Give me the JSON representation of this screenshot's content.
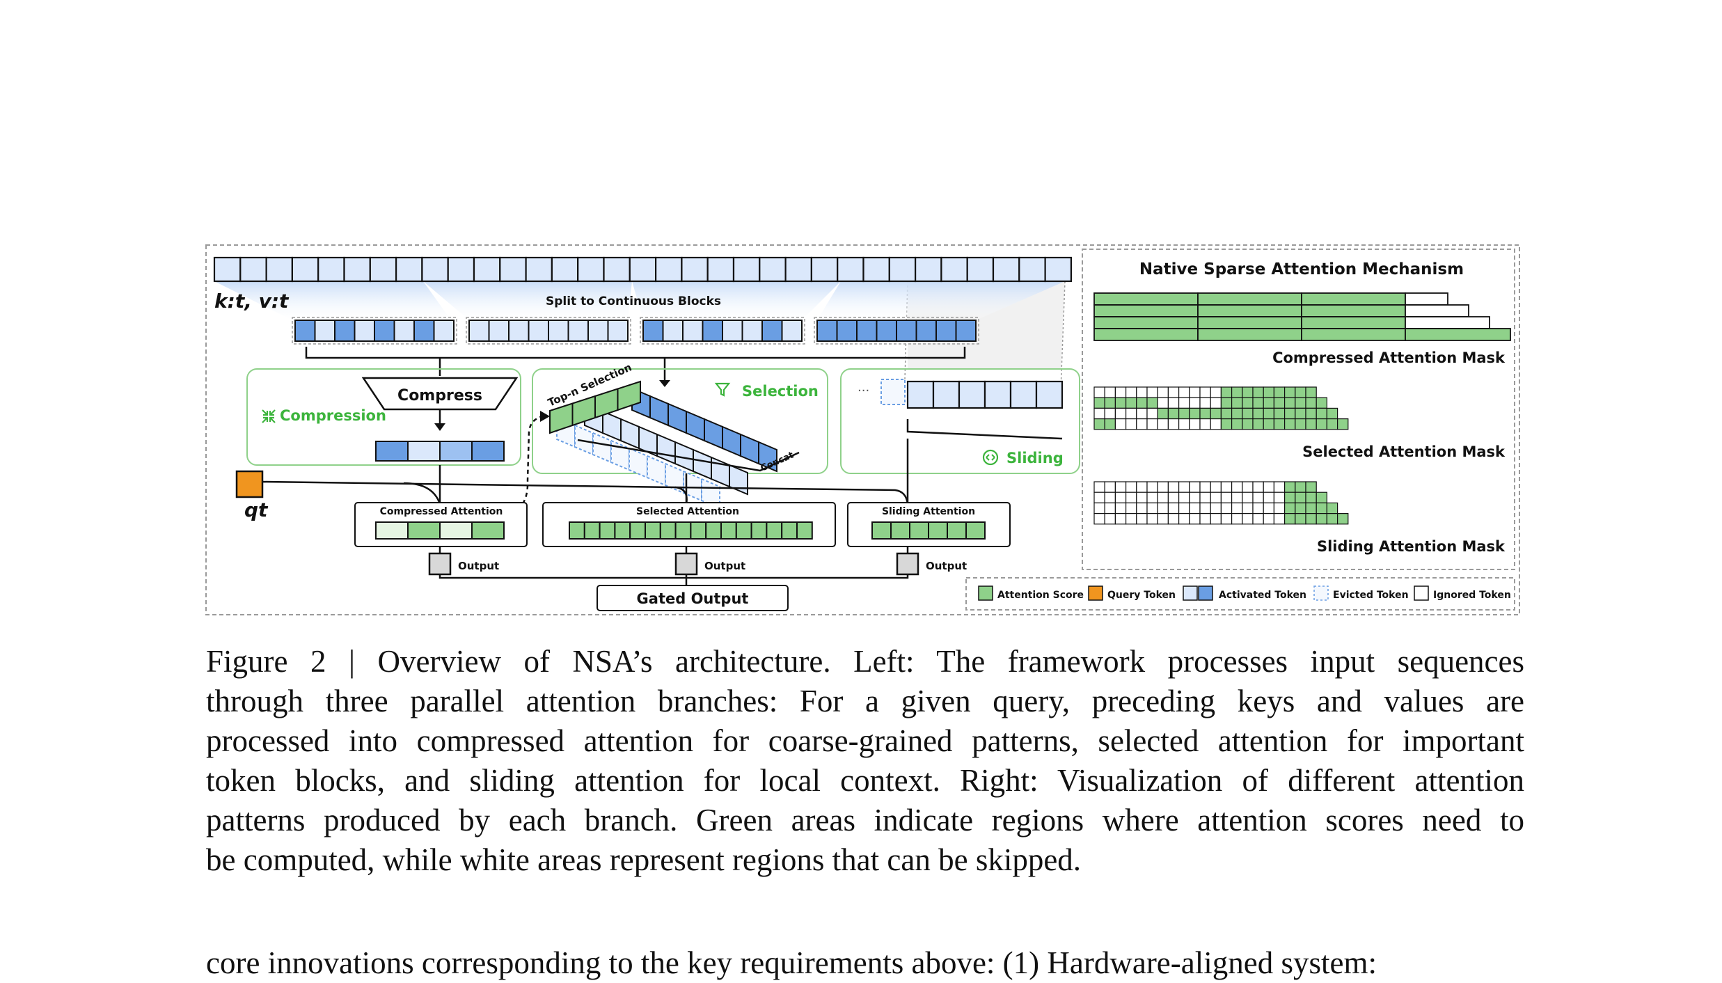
{
  "figure": {
    "colors": {
      "light_block": "#dbe8fb",
      "dark_block": "#6a9ee3",
      "mid_block": "#9dc1f1",
      "green": "#8fd18a",
      "light_green": "#e6f5e3",
      "green_label": "#3cb43c",
      "orange": "#f0951f",
      "gray": "#d8d8d8",
      "border": "#9a9a9a"
    },
    "kv_label": "k:t, v:t",
    "split_label": "Split to Continuous Blocks",
    "compress_label": "Compress",
    "compression_label": "Compression",
    "selection_label": "Selection",
    "sliding_label": "Sliding",
    "topn_label": "Top-n Selection",
    "concat_label": "Concat",
    "ellipsis": "···",
    "query_label": "qt",
    "compressed_attention_label": "Compressed Attention",
    "selected_attention_label": "Selected Attention",
    "sliding_attention_label": "Sliding Attention",
    "output_label": "Output",
    "gated_output_label": "Gated Output",
    "mechanism_title": "Native Sparse Attention Mechanism",
    "compressed_mask_label": "Compressed Attention Mask",
    "selected_mask_label": "Selected Attention Mask",
    "sliding_mask_label": "Sliding Attention Mask",
    "legend": {
      "attention_score": "Attention Score",
      "query_token": "Query Token",
      "activated_token": "Activated Token",
      "evicted_token": "Evicted Token",
      "ignored_token": "Ignored Token"
    },
    "icons": {
      "compression": "compress-arrows-icon",
      "selection": "filter-icon",
      "sliding": "sliding-circle-icon"
    }
  },
  "caption": {
    "lines": [
      "Figure 2 | Overview of NSA’s architecture.  Left:  The framework processes input sequences",
      "through three parallel attention branches: For a given query, preceding keys and values are",
      "processed into compressed attention for coarse-grained patterns, selected attention for important",
      "token blocks, and sliding attention for local context. Right: Visualization of different attention",
      "patterns produced by each branch. Green areas indicate regions where attention scores need to",
      "be computed, while white areas represent regions that can be skipped."
    ]
  },
  "body_text": {
    "line": "core innovations corresponding to the key requirements above: (1) Hardware-aligned system:"
  }
}
